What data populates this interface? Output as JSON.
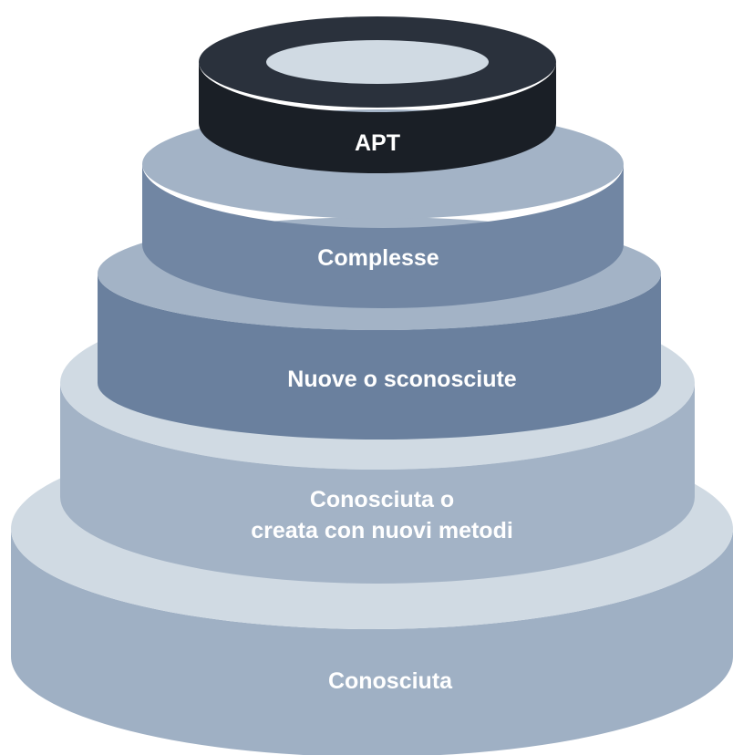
{
  "diagram": {
    "tiers": [
      {
        "id": "known",
        "lines": [
          "Conosciuta"
        ]
      },
      {
        "id": "known-new-methods",
        "lines": [
          "Conosciuta o",
          "creata con nuovi metodi"
        ]
      },
      {
        "id": "new-unknown",
        "lines": [
          "Nuove o sconosciute"
        ]
      },
      {
        "id": "complex",
        "lines": [
          "Complesse"
        ]
      },
      {
        "id": "apt",
        "lines": [
          "APT"
        ]
      }
    ],
    "colors": {
      "tier1_top": "#d0dae3",
      "tier1_side": "#9fb0c4",
      "tier2_top": "#d0dae3",
      "tier2_side": "#a3b3c6",
      "tier3_top": "#a3b3c6",
      "tier3_side": "#6a809e",
      "tier4_top": "#a3b3c6",
      "tier4_side": "#7186a3",
      "tier5_top": "#2a313c",
      "tier5_side": "#1a1f26",
      "tier5_center": "#d0dae3",
      "label": "#ffffff"
    }
  }
}
